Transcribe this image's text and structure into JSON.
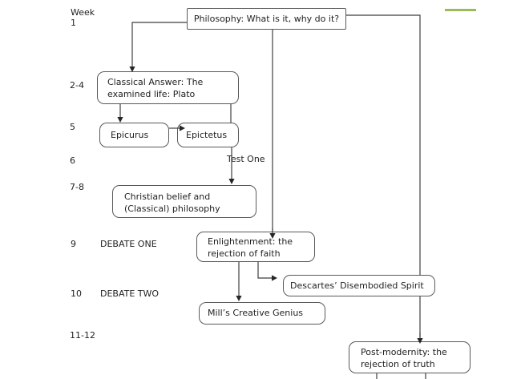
{
  "colors": {
    "background": "#ffffff",
    "accent_line": "#9bbb59",
    "box_border": "#595959",
    "connector": "#3f3f3f",
    "text": "#1f1f1f"
  },
  "week_column": {
    "header": "Week",
    "rows": [
      {
        "week": "1"
      },
      {
        "week": "2-4"
      },
      {
        "week": "5"
      },
      {
        "week": "6"
      },
      {
        "week": "7-8"
      },
      {
        "week": "9",
        "note": "DEBATE ONE"
      },
      {
        "week": "10",
        "note": "DEBATE TWO"
      },
      {
        "week": "11-12"
      }
    ]
  },
  "nodes": {
    "philosophy": {
      "text": "Philosophy: What is it, why do it?"
    },
    "classical": {
      "line1": "Classical Answer: The",
      "line2": "examined life: Plato"
    },
    "epicurus": {
      "text": "Epicurus"
    },
    "epictetus": {
      "text": "Epictetus"
    },
    "christian": {
      "line1": "Christian belief and",
      "line2": "(Classical) philosophy"
    },
    "enlightenment": {
      "line1": "Enlightenment: the",
      "line2": "rejection of faith"
    },
    "descartes": {
      "text": "Descartes’ Disembodied Spirit"
    },
    "mills": {
      "text": "Mill’s Creative Genius"
    },
    "postmodernity": {
      "line1": "Post-modernity: the",
      "line2": "rejection of truth"
    }
  },
  "annotations": {
    "test_one": "Test One"
  }
}
